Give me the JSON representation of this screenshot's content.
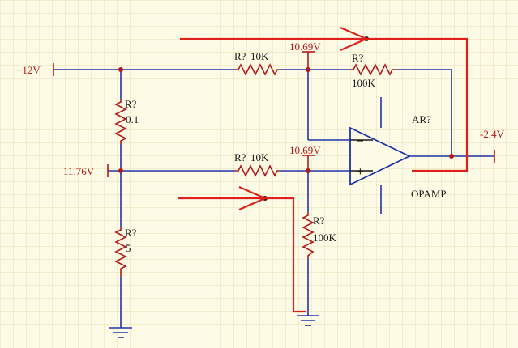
{
  "supply": {
    "label": "+12V"
  },
  "divider_node": {
    "label": "11.76V"
  },
  "output": {
    "label": "-2.4V"
  },
  "opamp": {
    "designator": "AR?",
    "type": "OPAMP",
    "minus": "−",
    "plus": "+"
  },
  "nodes": {
    "top": "10.69V",
    "mid": "10.69V"
  },
  "resistors": {
    "r_top_input": {
      "ref": "R?",
      "value": "10K"
    },
    "r_feedback": {
      "ref": "R?",
      "value": "100K"
    },
    "r_mid_input": {
      "ref": "R?",
      "value": "10K"
    },
    "r_ground": {
      "ref": "R?",
      "value": "100K"
    },
    "r_divider_top": {
      "ref": "R?",
      "value": "0.1"
    },
    "r_divider_bot": {
      "ref": "R?",
      "value": "5"
    }
  },
  "colors": {
    "background": "#fdfbe6",
    "grid": "#e6e2b4",
    "wire": "#1f34a8",
    "resistor": "#b01a1a",
    "annotation": "#e0201c"
  }
}
